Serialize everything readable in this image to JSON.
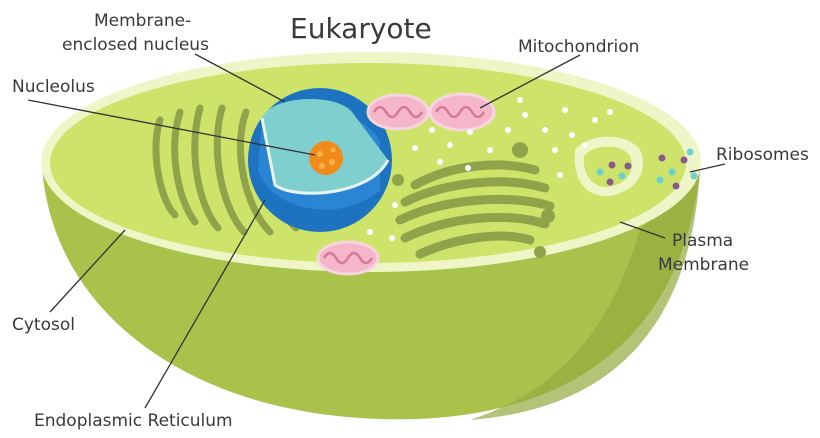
{
  "title": "Eukaryote",
  "labels": {
    "nucleus_line1": "Membrane-",
    "nucleus_line2": "enclosed nucleus",
    "nucleolus": "Nucleolus",
    "mitochondrion": "Mitochondrion",
    "ribosomes": "Ribosomes",
    "plasma_line1": "Plasma",
    "plasma_line2": "Membrane",
    "cytosol": "Cytosol",
    "er": "Endoplasmic Reticulum"
  },
  "colors": {
    "cytosol": "#cde36a",
    "cell_outer": "#a9c24c",
    "cell_shadow": "#93ab3e",
    "membrane_rim": "#eef6c8",
    "organelle": "#8fa44a",
    "nucleus_outer": "#1e73c0",
    "nucleus_inner": "#7fcfcf",
    "nucleolus": "#f08a1a",
    "mitochondrion": "#f4b6c8",
    "ribosome_dots": "#ffffff"
  }
}
